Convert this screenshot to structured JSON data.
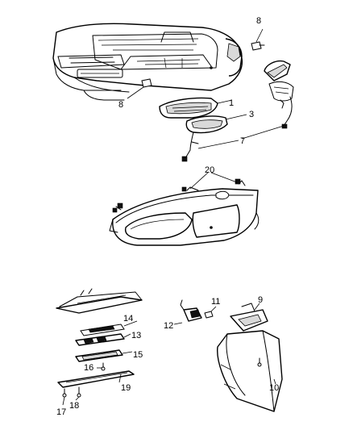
{
  "callouts": {
    "c1": "1",
    "c3": "3",
    "c7": "7",
    "c8a": "8",
    "c8b": "8",
    "c9": "9",
    "c10": "10",
    "c11": "11",
    "c12": "12",
    "c13": "13",
    "c14": "14",
    "c15": "15",
    "c16": "16",
    "c17": "17",
    "c18": "18",
    "c19": "19",
    "c20": "20"
  }
}
